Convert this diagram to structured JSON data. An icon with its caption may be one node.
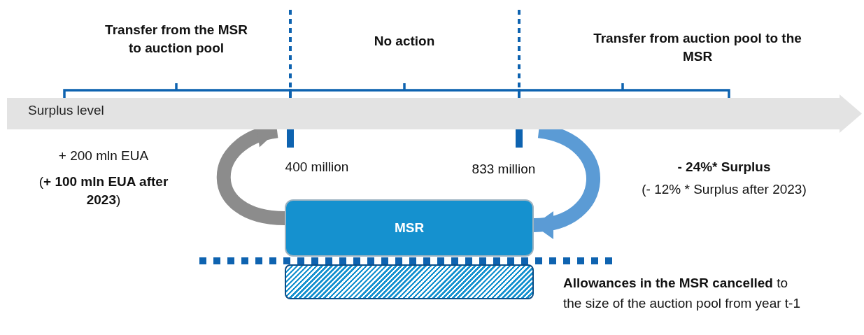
{
  "diagram": {
    "nodes": [
      {
        "text": [
          "Surplus level"
        ]
      },
      {
        "text": [
          "MSR"
        ]
      },
      {
        "text": [],
        "shape": "bar",
        "beside": [
          "**Allowances in the MSR cancelled** to the size of the auction pool from year t-1"
        ]
      }
    ],
    "edges": [
      {
        "from": 1,
        "to": 0,
        "arrow": "to",
        "color": "#8c8c8c"
      },
      {
        "from": 0,
        "to": 1,
        "arrow": "to",
        "color": "#5b9bd5"
      }
    ],
    "labels": [
      "Transfer from the MSR to auction pool",
      "No action",
      "Transfer from auction pool to the MSR",
      "+ 200 mln EUA",
      "(**+ 100 mln EUA after 2023**)",
      "400 million",
      "833 million",
      "- 24%* Surplus",
      "(- 12% * Surplus after 2023)"
    ]
  }
}
